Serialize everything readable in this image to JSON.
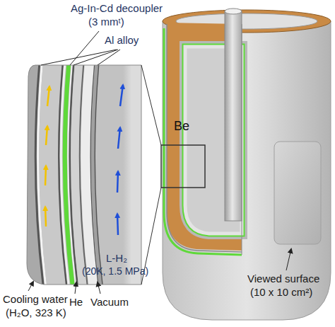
{
  "diagram": {
    "labels": [
      "Ag-In-Cd decoupler",
      "(3 mmᵗ)",
      "Al alloy",
      "Be",
      "L-H₂",
      "(20K, 1.5 MPa)",
      "Viewed surface",
      "(10 x 10 cm²)",
      "Cooling water",
      "(H₂O, 323 K)",
      "He",
      "Vacuum"
    ]
  }
}
